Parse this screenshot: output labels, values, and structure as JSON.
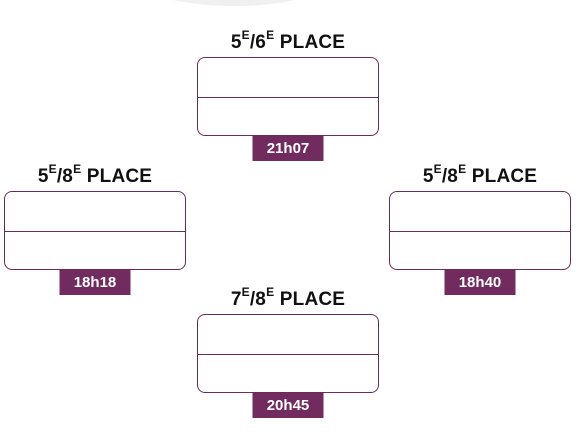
{
  "matches": [
    {
      "id": "top",
      "place_a": "5",
      "place_b": "6",
      "suffix": "E",
      "place_word": "PLACE",
      "time": "21h07",
      "team_1": "",
      "team_2": ""
    },
    {
      "id": "left",
      "place_a": "5",
      "place_b": "8",
      "suffix": "E",
      "place_word": "PLACE",
      "time": "18h18",
      "team_1": "",
      "team_2": ""
    },
    {
      "id": "right",
      "place_a": "5",
      "place_b": "8",
      "suffix": "E",
      "place_word": "PLACE",
      "time": "18h40",
      "team_1": "",
      "team_2": ""
    },
    {
      "id": "bottom",
      "place_a": "7",
      "place_b": "8",
      "suffix": "E",
      "place_word": "PLACE",
      "time": "20h45",
      "team_1": "",
      "team_2": ""
    }
  ],
  "colors": {
    "accent": "#722b5e",
    "border": "#6a2a5a",
    "title_text": "#111111",
    "arc": "#f0f0f0"
  }
}
